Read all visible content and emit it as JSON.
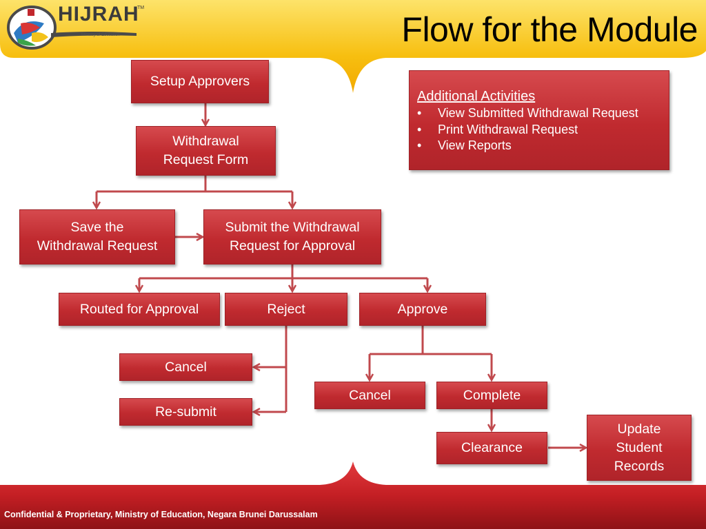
{
  "header": {
    "title": "Flow for the Module",
    "logo_text": "HIJRAH",
    "logo_tm": "TM",
    "logo_sub": "Ministry of Education"
  },
  "diagram": {
    "nodes": {
      "setup_approvers": "Setup Approvers",
      "withdrawal_form": "Withdrawal\nRequest Form",
      "save_request": "Save the\nWithdrawal Request",
      "submit_request": "Submit the Withdrawal\nRequest for Approval",
      "routed": "Routed for Approval",
      "reject": "Reject",
      "approve": "Approve",
      "cancel_reject": "Cancel",
      "resubmit": "Re-submit",
      "cancel_approve": "Cancel",
      "complete": "Complete",
      "clearance": "Clearance",
      "update_records": "Update\nStudent\nRecords"
    },
    "additional": {
      "title": "Additional Activities",
      "items": [
        "View Submitted Withdrawal Request",
        "Print Withdrawal Request",
        "View Reports"
      ]
    }
  },
  "footer": {
    "text": "Confidential & Proprietary, Ministry of Education, Negara Brunei Darussalam"
  },
  "colors": {
    "node_fill": "#c02a2f",
    "connector": "#c0494d",
    "banner_yellow": "#f5b400",
    "footer_red": "#b81d22"
  }
}
